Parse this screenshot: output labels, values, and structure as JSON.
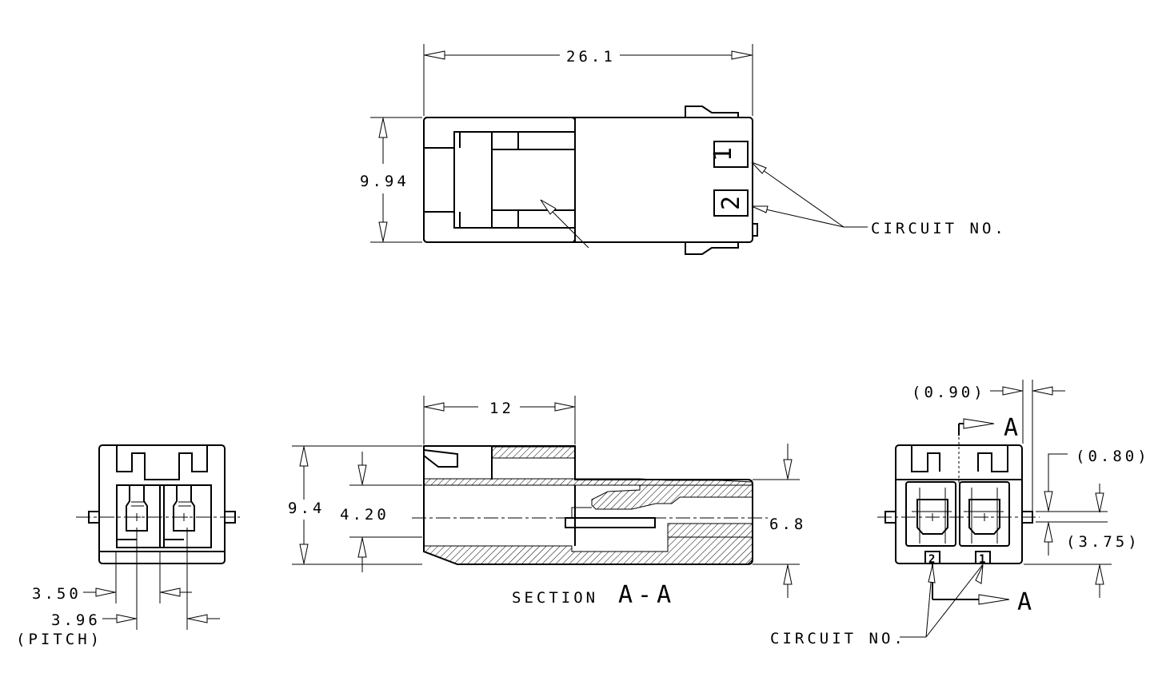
{
  "top_view": {
    "width_dim": "26.1",
    "height_dim": "9.94",
    "circuit_label": "CIRCUIT NO.",
    "circuit_1": "1",
    "circuit_2": "2"
  },
  "front_view": {
    "dim_350": "3.50",
    "dim_396": "3.96",
    "pitch_note": "(PITCH)"
  },
  "section_view": {
    "dim_12": "12",
    "dim_94": "9.4",
    "dim_420": "4.20",
    "dim_68": "6.8",
    "title_word": "SECTION",
    "title_mark": "A-A"
  },
  "rear_view": {
    "dim_090": "(0.90)",
    "dim_080": "(0.80)",
    "dim_375": "(3.75)",
    "section_mark_top": "A",
    "section_mark_bottom": "A",
    "circuit_label": "CIRCUIT NO.",
    "circuit_1": "1",
    "circuit_2": "2"
  }
}
